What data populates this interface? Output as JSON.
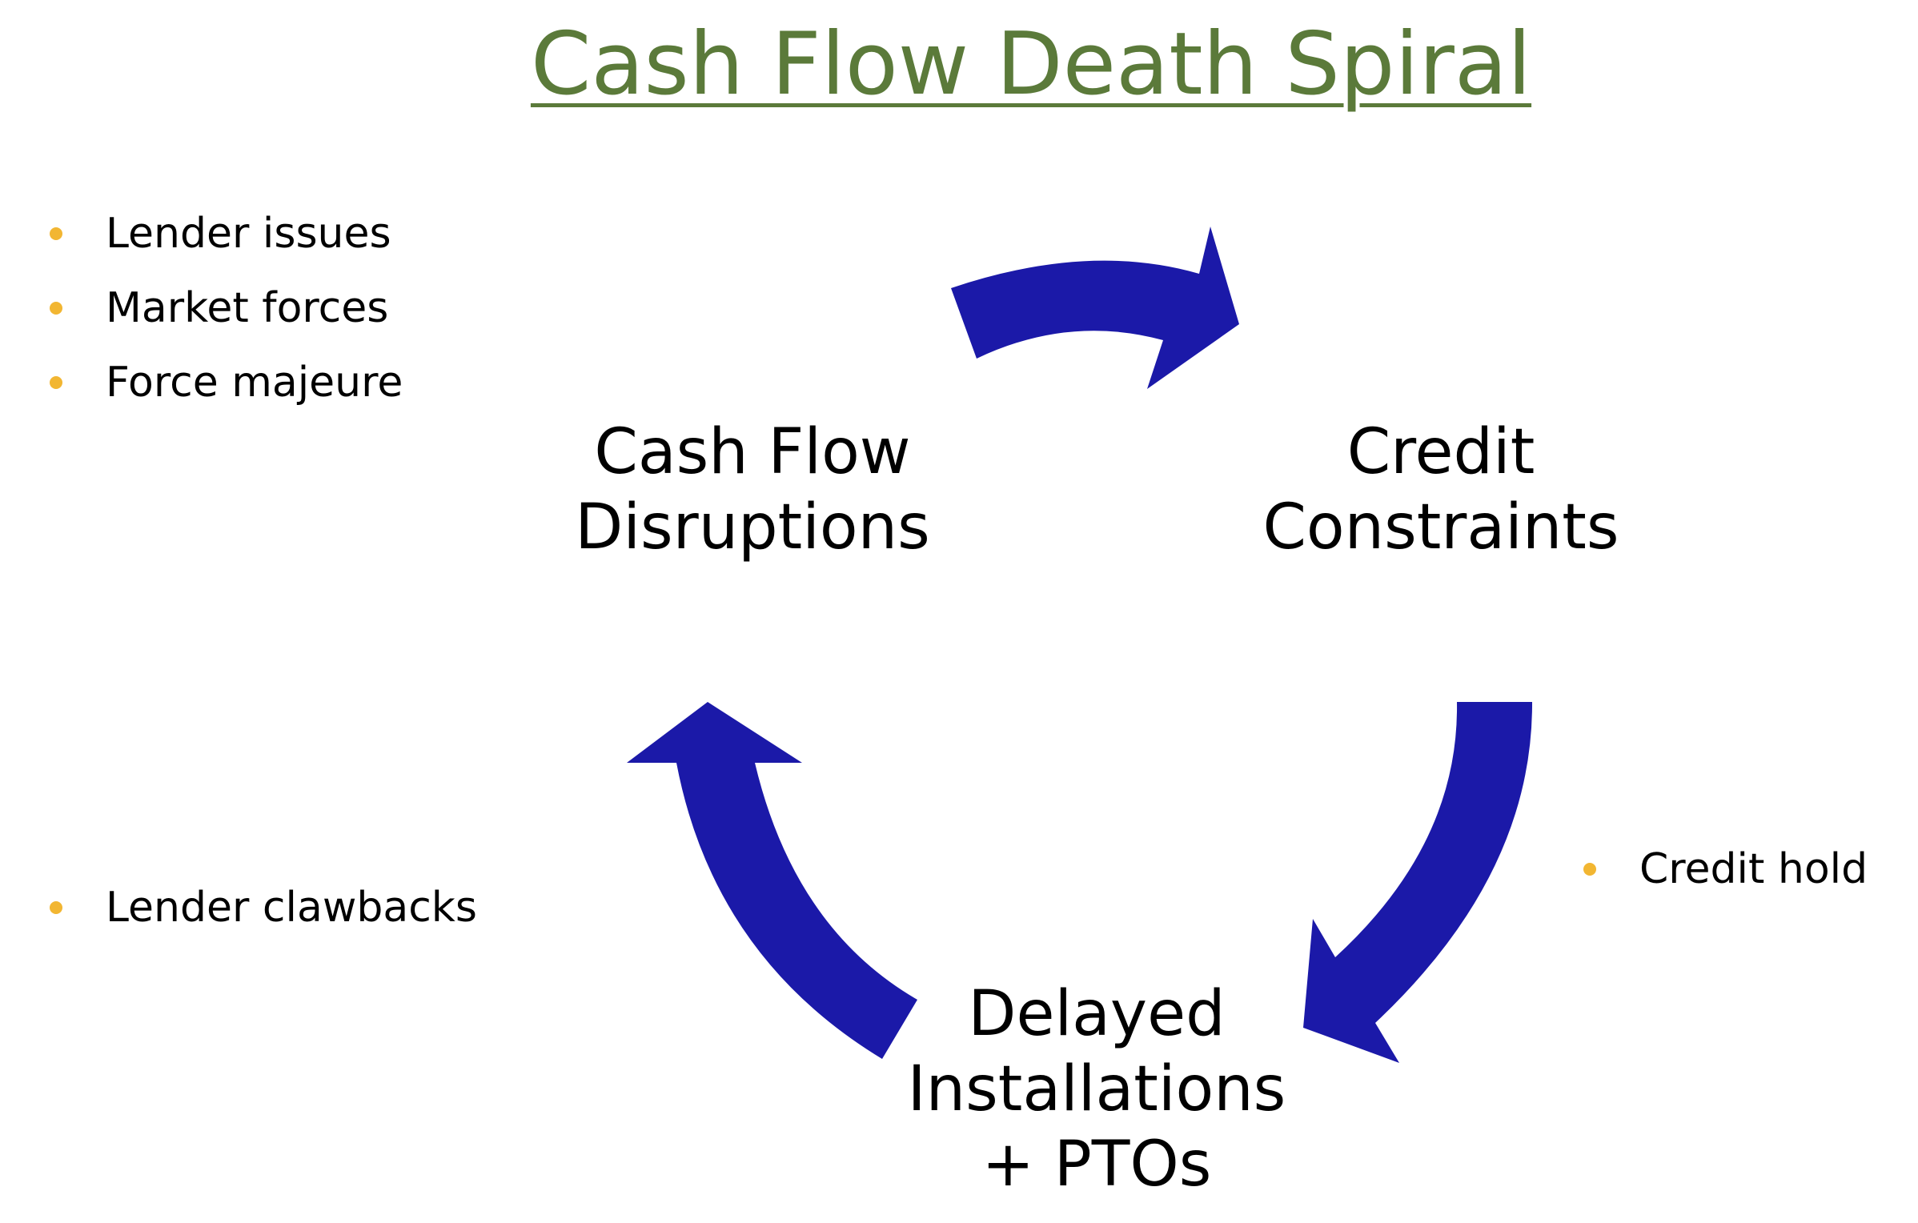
{
  "title": "Cash Flow Death Spiral",
  "bullets_top_left": [
    "Lender issues",
    "Market forces",
    "Force majeure"
  ],
  "bullets_bottom_left": [
    "Lender clawbacks"
  ],
  "bullets_right": [
    "Credit hold"
  ],
  "nodes": {
    "cash_flow_disruptions": [
      "Cash Flow",
      "Disruptions"
    ],
    "credit_constraints": [
      "Credit",
      "Constraints"
    ],
    "delayed_installations": [
      "Delayed",
      "Installations",
      "+ PTOs"
    ]
  },
  "colors": {
    "title": "#5b7a3a",
    "arrow": "#1b19a8",
    "bullet": "#f2b632"
  },
  "icons": {
    "bullet": "bullet-dot-icon",
    "arrow": "curved-arrow-icon"
  }
}
